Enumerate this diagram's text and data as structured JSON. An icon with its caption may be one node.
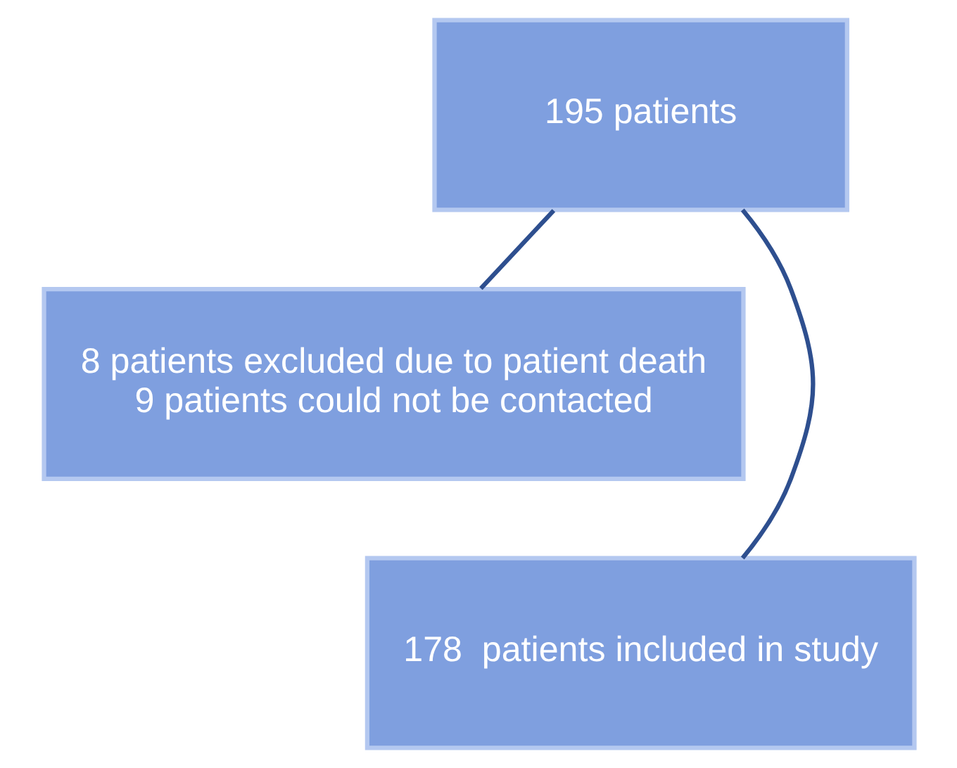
{
  "diagram": {
    "nodes": [
      {
        "text": [
          "195 patients"
        ]
      },
      {
        "text": [
          "8 patients excluded due to patient death",
          "9 patients could not be contacted"
        ]
      },
      {
        "text": [
          "178  patients included in study"
        ]
      }
    ],
    "edges": [
      {
        "from": 0,
        "to": 2,
        "arrow": "none"
      },
      {
        "from": 0,
        "to": 1,
        "arrow": "none"
      }
    ]
  }
}
